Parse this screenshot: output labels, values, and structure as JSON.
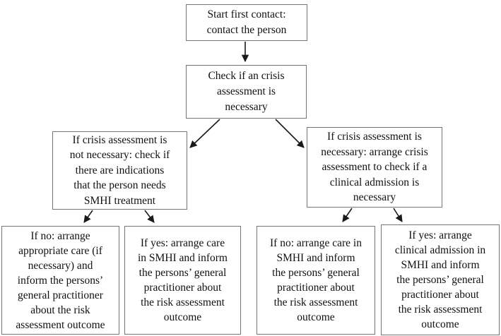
{
  "diagram": {
    "type": "flowchart",
    "nodes": {
      "start": {
        "label": "Start first contact:\ncontact the person"
      },
      "check": {
        "label": "Check if an crisis\nassessment is\nnecessary"
      },
      "branch_left": {
        "label": "If crisis assessment is\nnot necessary: check if\nthere are indications\nthat the person needs\nSMHI treatment"
      },
      "branch_right": {
        "label": "If crisis assessment is\nnecessary: arrange crisis\nassessment to check if a\nclinical admission is\nnecessary"
      },
      "outcome_no_left": {
        "label": "If no: arrange\nappropriate care (if\nnecessary) and\ninform the persons’\ngeneral practitioner\nabout the risk\nassessment outcome"
      },
      "outcome_yes_left": {
        "label": "If yes: arrange care\nin SMHI and inform\nthe persons’ general\npractitioner about\nthe risk assessment\noutcome"
      },
      "outcome_no_right": {
        "label": "If no: arrange care in\nSMHI and inform\nthe persons’ general\npractitioner about\nthe risk assessment\noutcome"
      },
      "outcome_yes_right": {
        "label": "If yes: arrange\nclinical admission in\nSMHI and inform\nthe persons’ general\npractitioner about\nthe risk assessment\noutcome"
      }
    },
    "edges": [
      {
        "from": "start",
        "to": "check"
      },
      {
        "from": "check",
        "to": "branch_left"
      },
      {
        "from": "check",
        "to": "branch_right"
      },
      {
        "from": "branch_left",
        "to": "outcome_no_left"
      },
      {
        "from": "branch_left",
        "to": "outcome_yes_left"
      },
      {
        "from": "branch_right",
        "to": "outcome_no_right"
      },
      {
        "from": "branch_right",
        "to": "outcome_yes_right"
      }
    ],
    "colors": {
      "background": "#ffffff",
      "box_border": "#757575",
      "text": "#111111",
      "arrow": "#1a1a1a"
    }
  }
}
